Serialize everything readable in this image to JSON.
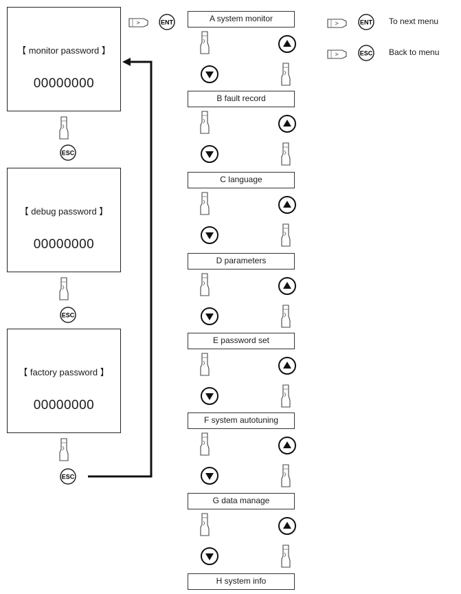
{
  "legend": {
    "ent_text": "To next menu",
    "esc_text": "Back to menu",
    "ent_key": "ENT",
    "esc_key": "ESC"
  },
  "password_panels": [
    {
      "title": "【 monitor password 】",
      "value": "00000000"
    },
    {
      "title": "【 debug password 】",
      "value": "00000000"
    },
    {
      "title": "【 factory password 】",
      "value": "00000000"
    }
  ],
  "menu_items": [
    "A  system monitor",
    "B  fault record",
    "C  language",
    "D  parameters",
    "E  password set",
    "F  system autotuning",
    "G  data manage",
    "H  system info"
  ],
  "keys": {
    "ent": "ENT",
    "esc": "ESC"
  },
  "colors": {
    "line": "#111111",
    "border": "#222222",
    "background": "#ffffff"
  },
  "icons": [
    "hand-pointer-icon",
    "up-arrow-button-icon",
    "down-arrow-button-icon",
    "esc-key-icon",
    "ent-key-icon"
  ]
}
